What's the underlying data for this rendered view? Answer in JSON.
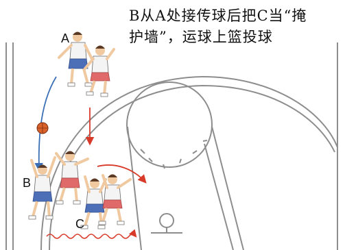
{
  "caption": {
    "line1": "B从A处接传球后把C当“掩",
    "line2": "护墙”，运球上篮投球"
  },
  "players": {
    "a": "A",
    "b": "B",
    "c": "C"
  },
  "colors": {
    "court_line": "#8d8d8d",
    "pass_arrow": "#3a6fb5",
    "move_arrow": "#d83a2a",
    "ball": "#d9622b",
    "jersey_white": "#f4f4f4",
    "shorts_red": "#e06a6a",
    "shorts_blue": "#4d6fb8",
    "skin": "#f0c9a0",
    "hair": "#5a3a24"
  }
}
